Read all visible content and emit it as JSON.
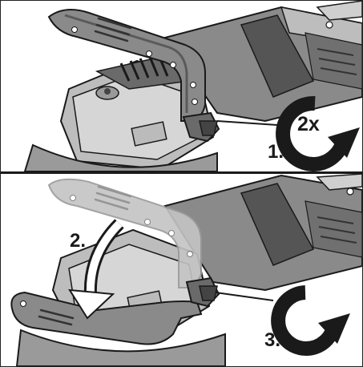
{
  "steps": {
    "step1": "1.",
    "step2": "2.",
    "step3": "3."
  },
  "rotation_badge": "2x",
  "icons": {
    "rotate_twice": "clockwise-rotation-arrow-icon",
    "rotate_once": "clockwise-rotation-arrow-icon",
    "swing_handle": "curved-down-arrow-icon"
  },
  "colors": {
    "outline": "#1a1a1a",
    "tool_body": "#8a8a8a",
    "tool_dark": "#4a4a4a",
    "tool_light": "#c8c8c8",
    "ghost_handle": "#bdbdbd",
    "background": "#ffffff"
  }
}
